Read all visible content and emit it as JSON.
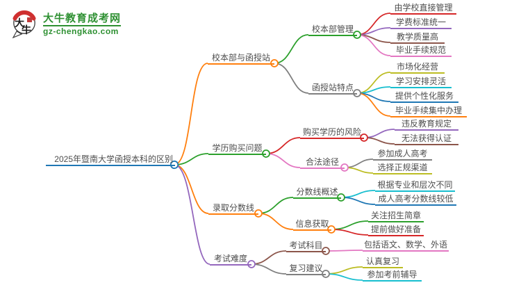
{
  "logo": {
    "site_name": "大牛教育成考网",
    "site_url": "gz-chengkao.com",
    "icon_char_top": "大",
    "icon_char_bottom": "牛",
    "brand_green": "#2e9032",
    "brand_red": "#cf3030"
  },
  "mindmap": {
    "root": {
      "label": "2025年暨南大学函授本科的区别",
      "color": "#1f77b4"
    },
    "branches": [
      {
        "label": "校本部与函授站",
        "color": "#ff7f0e",
        "children": [
          {
            "label": "校本部管理",
            "color": "#2ca02c",
            "leaves": [
              {
                "label": "由学校直接管理",
                "color": "#d62728"
              },
              {
                "label": "学费标准统一",
                "color": "#9467bd"
              },
              {
                "label": "教学质量高",
                "color": "#8c564b"
              },
              {
                "label": "毕业手续规范",
                "color": "#e377c2"
              }
            ]
          },
          {
            "label": "函授站特点",
            "color": "#7f7f7f",
            "leaves": [
              {
                "label": "市场化经营",
                "color": "#bcbd22"
              },
              {
                "label": "学习安排灵活",
                "color": "#17becf"
              },
              {
                "label": "提供个性化服务",
                "color": "#1f77b4"
              },
              {
                "label": "毕业手续集中办理",
                "color": "#ff7f0e"
              }
            ]
          }
        ]
      },
      {
        "label": "学历购买问题",
        "color": "#2ca02c",
        "children": [
          {
            "label": "购买学历的风险",
            "color": "#d62728",
            "leaves": [
              {
                "label": "违反教育规定",
                "color": "#9467bd"
              },
              {
                "label": "无法获得认证",
                "color": "#8c564b"
              }
            ]
          },
          {
            "label": "合法途径",
            "color": "#e377c2",
            "leaves": [
              {
                "label": "参加成人高考",
                "color": "#7f7f7f"
              },
              {
                "label": "选择正规渠道",
                "color": "#bcbd22"
              }
            ]
          }
        ]
      },
      {
        "label": "录取分数线",
        "color": "#ff7f0e",
        "children": [
          {
            "label": "分数线概述",
            "color": "#2ca02c",
            "leaves": [
              {
                "label": "根据专业和层次不同",
                "color": "#17becf"
              },
              {
                "label": "成人高考分数线较低",
                "color": "#1f77b4"
              }
            ]
          },
          {
            "label": "信息获取",
            "color": "#ff7f0e",
            "leaves": [
              {
                "label": "关注招生简章",
                "color": "#2ca02c"
              },
              {
                "label": "提前做好准备",
                "color": "#d62728"
              }
            ]
          }
        ]
      },
      {
        "label": "考试难度",
        "color": "#9467bd",
        "children": [
          {
            "label": "考试科目",
            "color": "#8c564b",
            "leaves": [
              {
                "label": "包括语文、数学、外语",
                "color": "#e377c2"
              }
            ]
          },
          {
            "label": "复习建议",
            "color": "#7f7f7f",
            "leaves": [
              {
                "label": "认真复习",
                "color": "#bcbd22"
              },
              {
                "label": "参加考前辅导",
                "color": "#17becf"
              }
            ]
          }
        ]
      }
    ]
  }
}
